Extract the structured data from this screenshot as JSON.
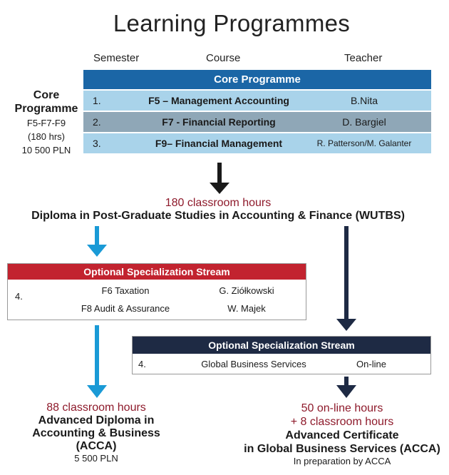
{
  "title": "Learning Programmes",
  "columns": {
    "semester": "Semester",
    "course": "Course",
    "teacher": "Teacher"
  },
  "core_programme": {
    "header": "Core Programme",
    "rows": [
      {
        "num": "1.",
        "course": "F5 – Management Accounting",
        "teacher": "B.Nita"
      },
      {
        "num": "2.",
        "course": "F7 - Financial Reporting",
        "teacher": "D. Bargiel"
      },
      {
        "num": "3.",
        "course": "F9– Financial Management",
        "teacher": "R. Patterson/M. Galanter"
      }
    ]
  },
  "core_label": {
    "line1": "Core",
    "line2": "Programme",
    "detail1": "F5-F7-F9",
    "detail2": "(180 hrs)",
    "detail3": "10 500 PLN"
  },
  "diploma": {
    "hours": "180 classroom hours",
    "name": "Diploma in Post-Graduate Studies in Accounting & Finance (WUTBS)"
  },
  "optional_1": {
    "header": "Optional Specialization Stream",
    "num": "4.",
    "rows": [
      {
        "course": "F6 Taxation",
        "teacher": "G. Ziółkowski"
      },
      {
        "course": "F8 Audit & Assurance",
        "teacher": "W. Majek"
      }
    ]
  },
  "optional_2": {
    "header": "Optional Specialization Stream",
    "num": "4.",
    "course": "Global Business Services",
    "teacher": "On-line"
  },
  "advanced_diploma": {
    "hours": "88 classroom hours",
    "line1": "Advanced Diploma in",
    "line2": "Accounting & Business",
    "line3": "(ACCA)",
    "price": "5 500 PLN"
  },
  "advanced_certificate": {
    "hours1": "50 on-line hours",
    "hours2": "+ 8 classroom hours",
    "line1": "Advanced Certificate",
    "line2": "in Global Business Services (ACCA)",
    "note": "In preparation by ACCA"
  },
  "colors": {
    "core_header": "#1b66a6",
    "optional_1_header": "#c2232f",
    "optional_2_header": "#1e2a44",
    "hours_red": "#8e1a2b",
    "arrow_blue": "#1a9ad6",
    "arrow_dark": "#1e2a44"
  }
}
